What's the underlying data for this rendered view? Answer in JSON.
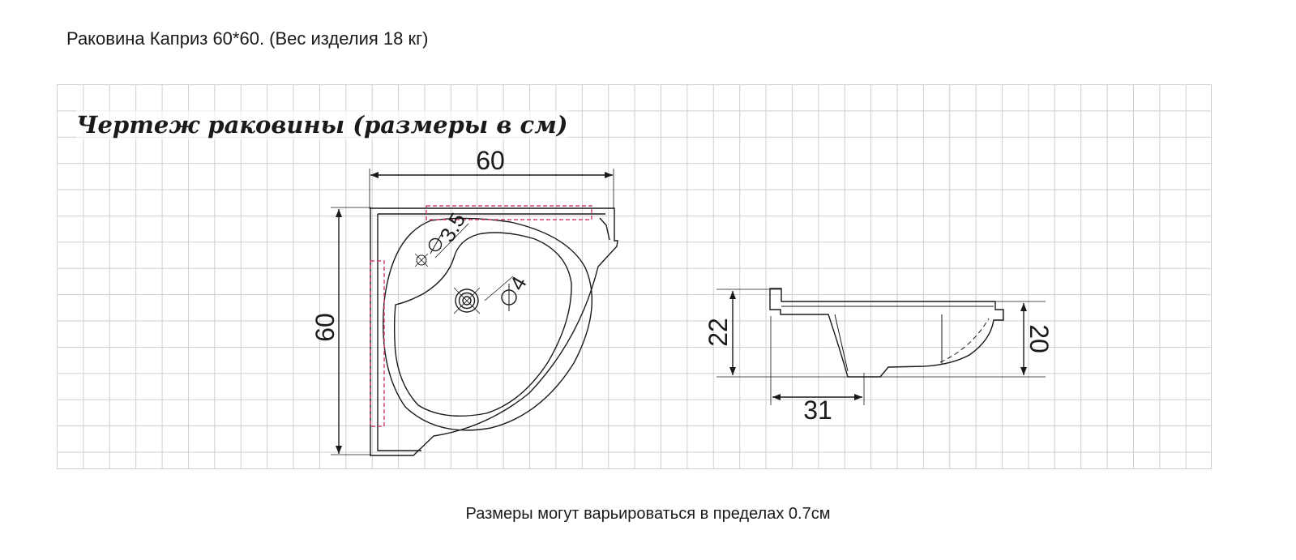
{
  "header": {
    "title": "Раковина Каприз 60*60. (Вес изделия 18 кг)"
  },
  "drawing": {
    "title": "Чертеж раковины (размеры в см)",
    "top_view": {
      "width_label": "60",
      "depth_label": "60",
      "overflow_hole_label": "3.5",
      "drain_hole_label": "4"
    },
    "side_view": {
      "height_label": "22",
      "bowl_depth_label": "20",
      "bowl_offset_label": "31"
    }
  },
  "footer": {
    "note": "Размеры могут варьироваться в пределах 0.7см"
  },
  "colors": {
    "outline": "#1a1a1a",
    "grid": "#cfcfcf",
    "hidden_line": "#d0406a"
  }
}
